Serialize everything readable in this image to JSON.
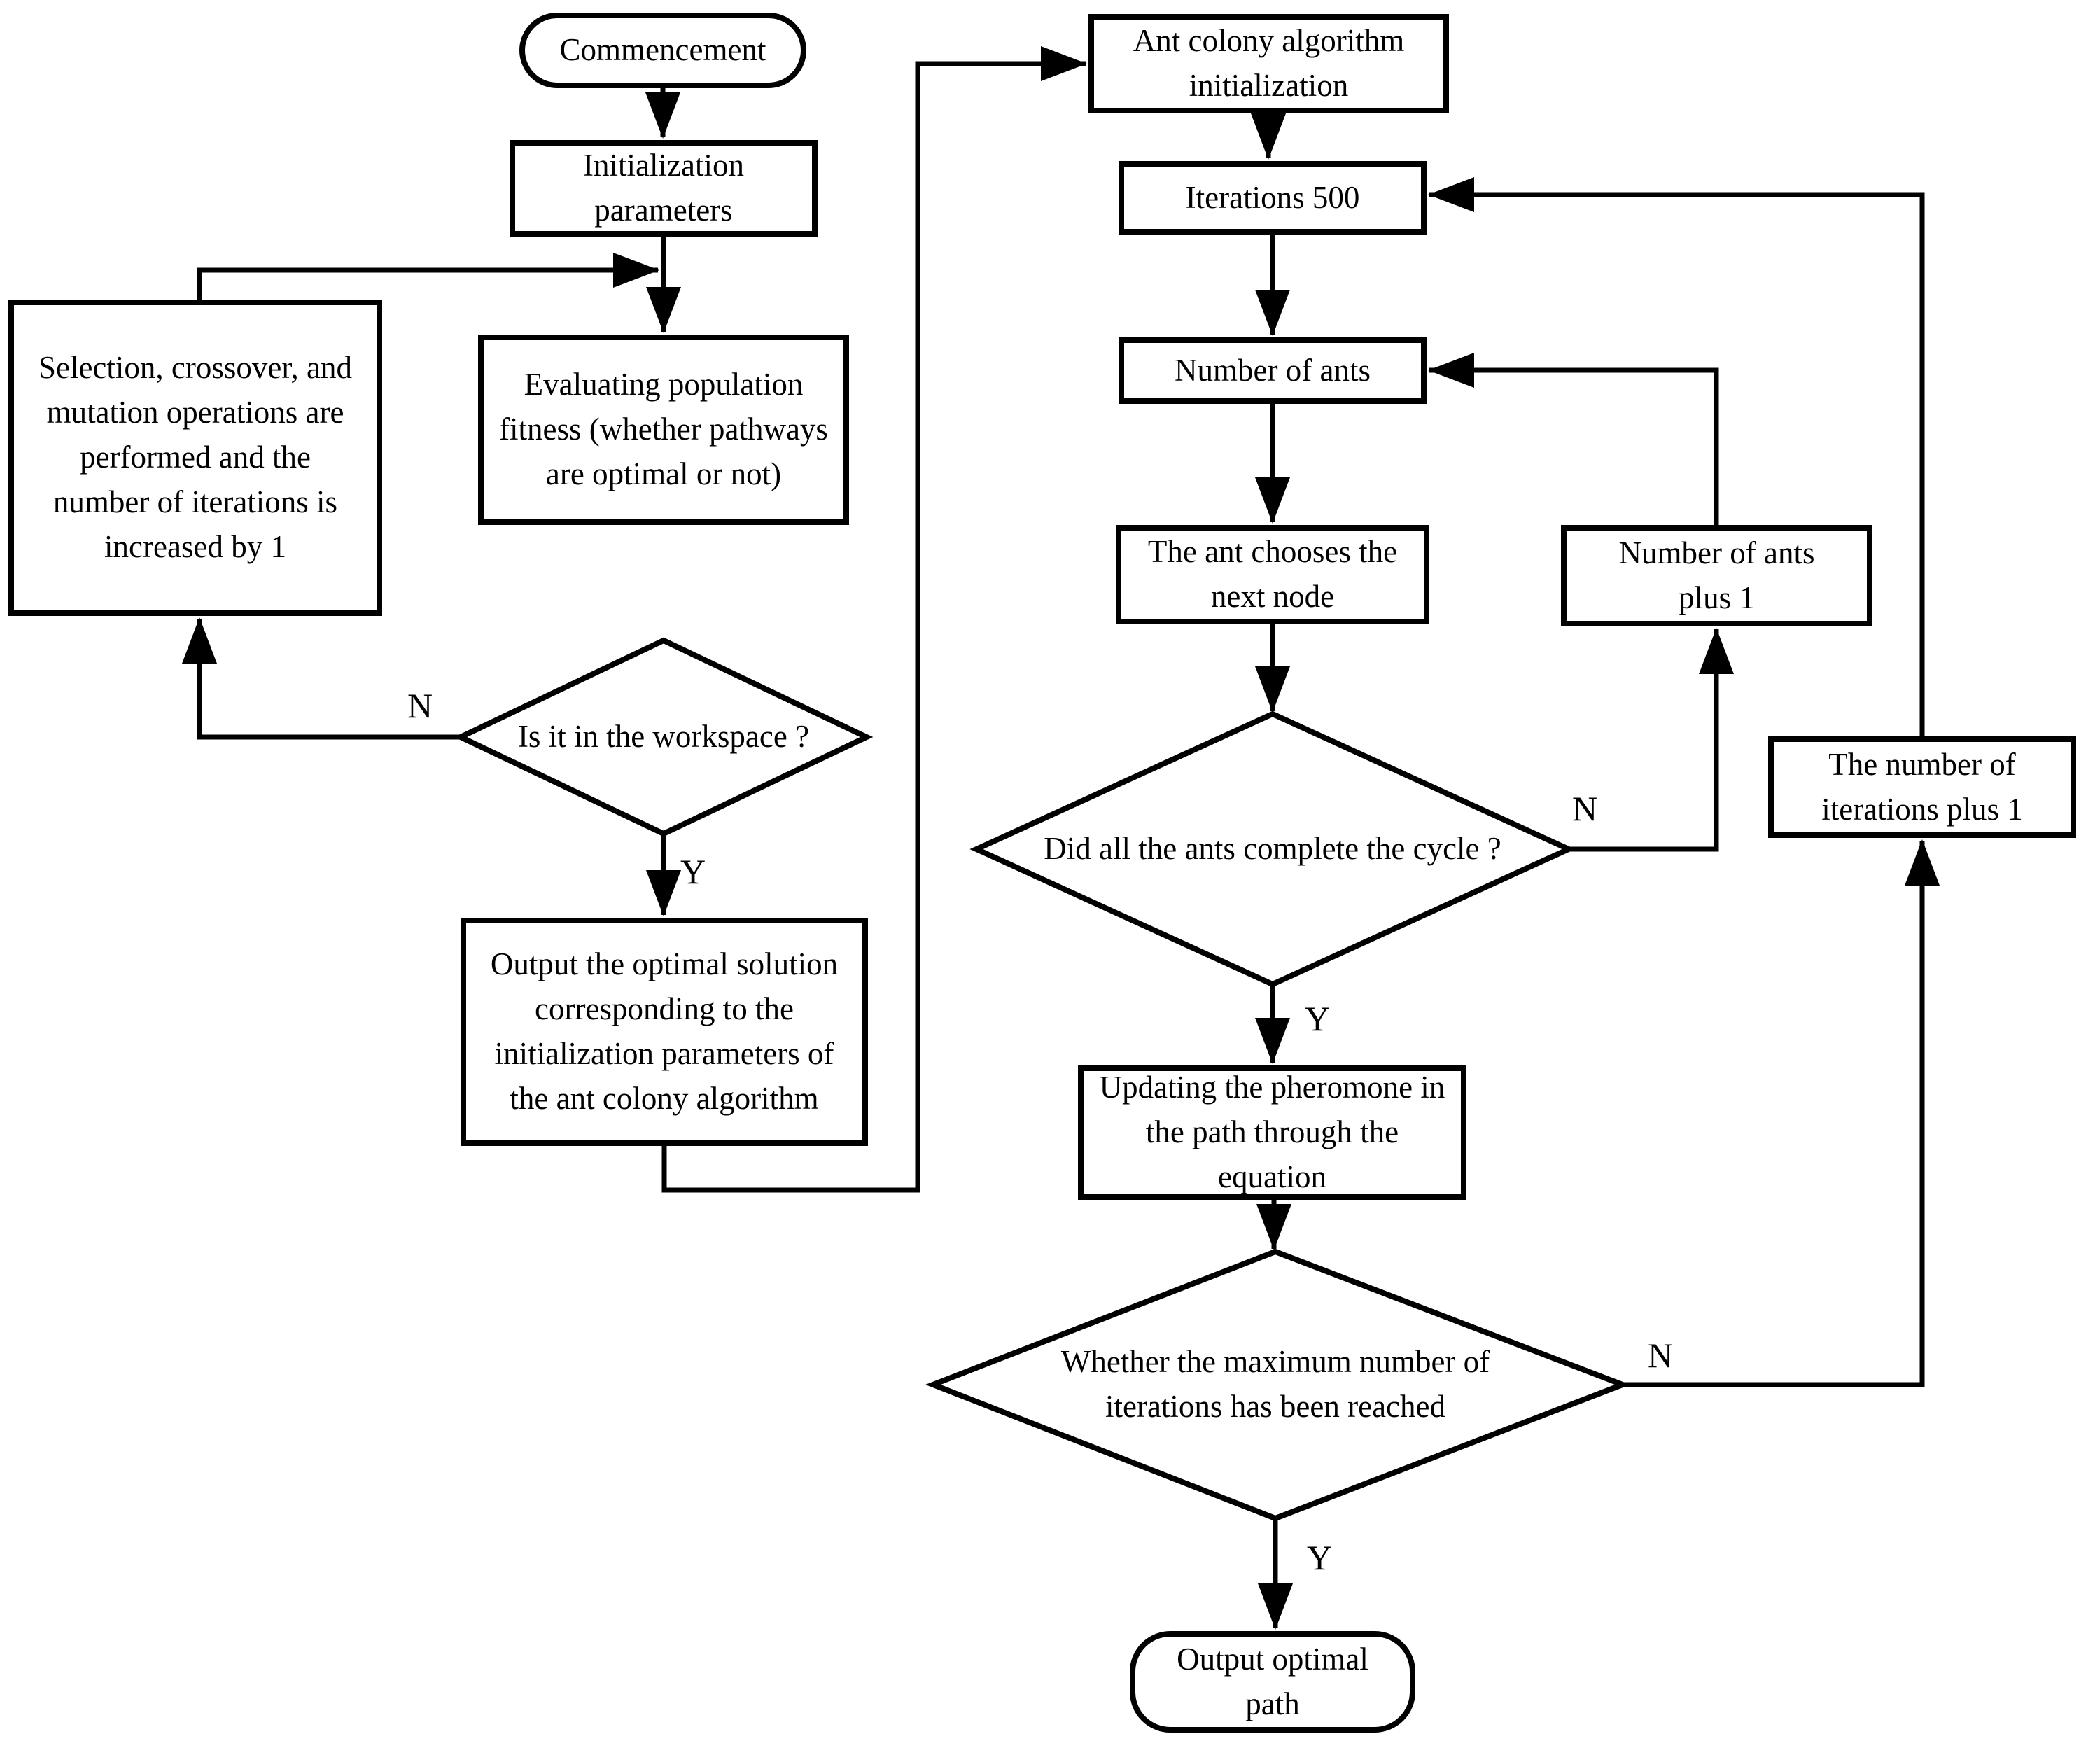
{
  "diagram": {
    "type": "flowchart",
    "colors": {
      "stroke": "#000000",
      "fill": "#ffffff",
      "text": "#000000"
    }
  },
  "nodes": {
    "commencement": {
      "label": "Commencement",
      "shape": "terminal"
    },
    "init_params": {
      "label": "Initialization parameters",
      "shape": "process"
    },
    "selection": {
      "label": "Selection, crossover, and mutation operations are performed and the number of iterations is increased by 1",
      "shape": "process"
    },
    "evaluating": {
      "label": "Evaluating population fitness (whether pathways are optimal or not)",
      "shape": "process"
    },
    "workspace_check": {
      "label": "Is it in the workspace ?",
      "shape": "decision"
    },
    "output_solution": {
      "label": "Output the optimal solution corresponding to the initialization parameters of the ant colony algorithm",
      "shape": "process"
    },
    "ant_colony_init": {
      "label": "Ant colony algorithm initialization",
      "shape": "process"
    },
    "iterations": {
      "label": "Iterations 500",
      "shape": "process"
    },
    "num_ants": {
      "label": "Number of ants",
      "shape": "process"
    },
    "ant_chooses": {
      "label": "The ant chooses the next node",
      "shape": "process"
    },
    "cycle_check": {
      "label": "Did all the ants complete the cycle ?",
      "shape": "decision"
    },
    "ants_plus_one": {
      "label": "Number of ants plus 1",
      "shape": "process"
    },
    "updating_pheromone": {
      "label": "Updating the pheromone in the path through the equation",
      "shape": "process"
    },
    "max_iter_check": {
      "label": "Whether the maximum number of iterations has been reached",
      "shape": "decision"
    },
    "iter_plus_one": {
      "label": "The number of iterations plus 1",
      "shape": "process"
    },
    "output_path": {
      "label": "Output optimal path",
      "shape": "terminal"
    }
  },
  "edge_labels": {
    "workspace_no": "N",
    "workspace_yes": "Y",
    "cycle_no": "N",
    "cycle_yes": "Y",
    "max_iter_no": "N",
    "max_iter_yes": "Y"
  }
}
